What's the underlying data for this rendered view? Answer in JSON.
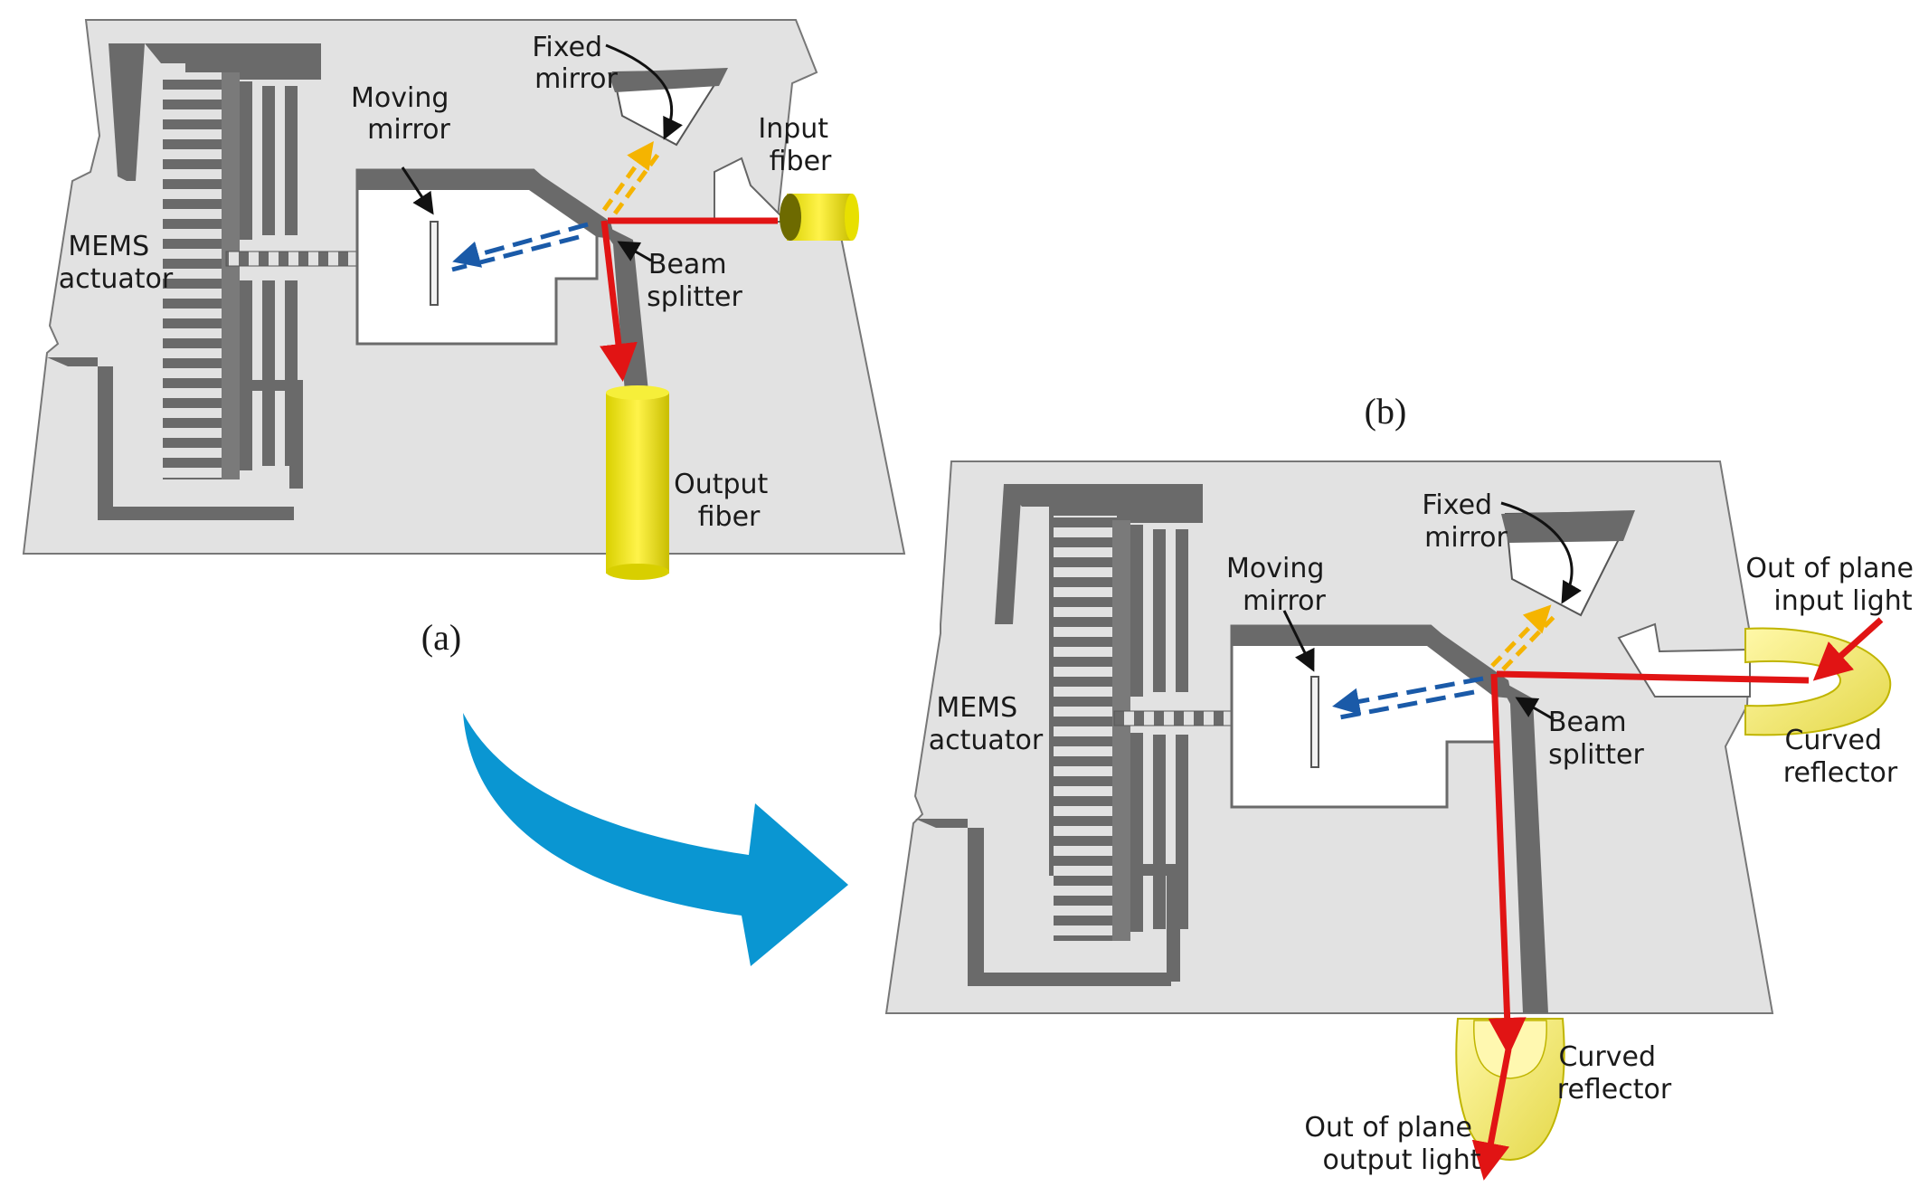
{
  "captions": {
    "a": "(a)",
    "b": "(b)"
  },
  "panel_a": {
    "fixed_mirror": [
      "Fixed",
      "mirror"
    ],
    "moving_mirror": [
      "Moving",
      "mirror"
    ],
    "input_fiber": [
      "Input",
      "fiber"
    ],
    "mems_actuator": [
      "MEMS",
      "actuator"
    ],
    "beam_splitter": [
      "Beam",
      "splitter"
    ],
    "output_fiber": [
      "Output",
      "fiber"
    ]
  },
  "panel_b": {
    "fixed_mirror": [
      "Fixed",
      "mirror"
    ],
    "moving_mirror": [
      "Moving",
      "mirror"
    ],
    "mems_actuator": [
      "MEMS",
      "actuator"
    ],
    "beam_splitter": [
      "Beam",
      "splitter"
    ],
    "input_light": [
      "Out of plane",
      "input light"
    ],
    "curved_reflector_right": [
      "Curved",
      "reflector"
    ],
    "curved_reflector_bottom": [
      "Curved",
      "reflector"
    ],
    "output_light": [
      "Out of plane",
      "output light"
    ]
  },
  "colors": {
    "substrate": "#e2e2e2",
    "wall": "#6a6a6a",
    "red_beam": "#e11414",
    "blue_beam": "#1a5aa8",
    "orange_beam": "#f5b400",
    "fiber_yellow": "#f2ec00",
    "big_arrow": "#0a96d2"
  }
}
